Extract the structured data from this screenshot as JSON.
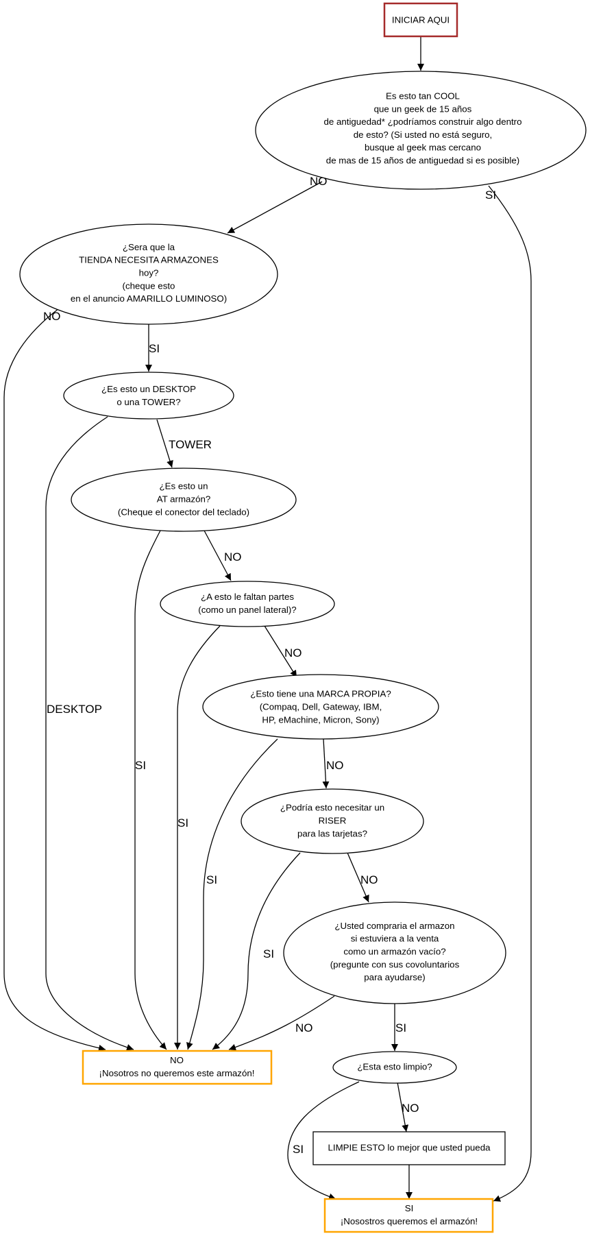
{
  "diagram": {
    "colors": {
      "start_border": "#a52a2a",
      "terminal_border": "#ffa500",
      "line": "#000000"
    },
    "nodes": {
      "start": {
        "lines": [
          "INICIAR AQUI"
        ]
      },
      "q_cool": {
        "lines": [
          "Es esto tan COOL",
          "que un geek de 15 años",
          "de antiguedad* ¿podríamos construir algo dentro",
          "de esto? (Si usted no está seguro,",
          "busque al geek mas cercano",
          "de mas de 15 años de antiguedad si es posible)"
        ]
      },
      "q_store": {
        "lines": [
          "¿Sera que la",
          "TIENDA NECESITA ARMAZONES",
          "hoy?",
          "(cheque esto",
          "en el anuncio AMARILLO LUMINOSO)"
        ]
      },
      "q_desktop": {
        "lines": [
          "¿Es esto un DESKTOP",
          "o una TOWER?"
        ]
      },
      "q_at": {
        "lines": [
          "¿Es esto un",
          "AT armazón?",
          "(Cheque el conector del teclado)"
        ]
      },
      "q_parts": {
        "lines": [
          "¿A esto le faltan partes",
          "(como un panel lateral)?"
        ]
      },
      "q_brand": {
        "lines": [
          "¿Esto tiene una MARCA PROPIA?",
          "(Compaq, Dell, Gateway, IBM,",
          "HP, eMachine, Micron, Sony)"
        ]
      },
      "q_riser": {
        "lines": [
          "¿Podría esto necesitar un",
          "RISER",
          "para las tarjetas?"
        ]
      },
      "q_buy": {
        "lines": [
          "¿Usted compraria el armazon",
          "si estuviera a la venta",
          "como un armazón vacío?",
          "(pregunte con sus covoluntarios",
          "para ayudarse)"
        ]
      },
      "q_clean": {
        "lines": [
          "¿Esta esto limpio?"
        ]
      },
      "clean_it": {
        "lines": [
          "LIMPIE ESTO lo mejor que usted pueda"
        ]
      },
      "end_no": {
        "lines": [
          "NO",
          "¡Nosotros no queremos este armazón!"
        ]
      },
      "end_yes": {
        "lines": [
          "SI",
          "¡Nosostros queremos el armazón!"
        ]
      }
    },
    "edges": [
      {
        "from": "start",
        "to": "q_cool",
        "label": ""
      },
      {
        "from": "q_cool",
        "to": "q_store",
        "label": "NO"
      },
      {
        "from": "q_cool",
        "to": "end_yes",
        "label": "SI"
      },
      {
        "from": "q_store",
        "to": "end_no",
        "label": "NO"
      },
      {
        "from": "q_store",
        "to": "q_desktop",
        "label": "SI"
      },
      {
        "from": "q_desktop",
        "to": "end_no",
        "label": "DESKTOP"
      },
      {
        "from": "q_desktop",
        "to": "q_at",
        "label": "TOWER"
      },
      {
        "from": "q_at",
        "to": "end_no",
        "label": "SI"
      },
      {
        "from": "q_at",
        "to": "q_parts",
        "label": "NO"
      },
      {
        "from": "q_parts",
        "to": "end_no",
        "label": "SI"
      },
      {
        "from": "q_parts",
        "to": "q_brand",
        "label": "NO"
      },
      {
        "from": "q_brand",
        "to": "end_no",
        "label": "SI"
      },
      {
        "from": "q_brand",
        "to": "q_riser",
        "label": "NO"
      },
      {
        "from": "q_riser",
        "to": "end_no",
        "label": "SI"
      },
      {
        "from": "q_riser",
        "to": "q_buy",
        "label": "NO"
      },
      {
        "from": "q_buy",
        "to": "end_no",
        "label": "NO"
      },
      {
        "from": "q_buy",
        "to": "q_clean",
        "label": "SI"
      },
      {
        "from": "q_clean",
        "to": "end_yes",
        "label": "SI"
      },
      {
        "from": "q_clean",
        "to": "clean_it",
        "label": "NO"
      },
      {
        "from": "clean_it",
        "to": "end_yes",
        "label": ""
      }
    ]
  }
}
